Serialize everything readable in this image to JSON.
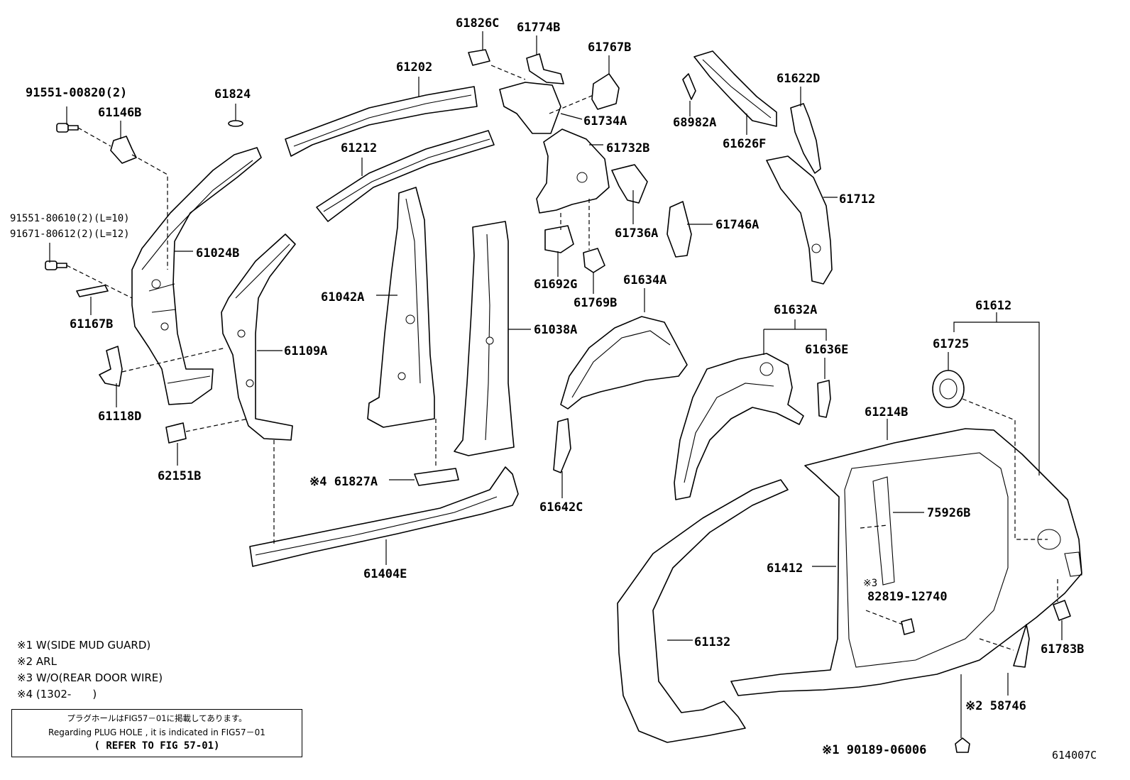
{
  "parts": [
    {
      "id": "p-91551-00820",
      "text": "91551-00820(2)"
    },
    {
      "id": "p-61146b",
      "text": "61146B"
    },
    {
      "id": "p-61824",
      "text": "61824"
    },
    {
      "id": "p-61202",
      "text": "61202"
    },
    {
      "id": "p-61826c",
      "text": "61826C"
    },
    {
      "id": "p-61774b",
      "text": "61774B"
    },
    {
      "id": "p-61767b",
      "text": "61767B"
    },
    {
      "id": "p-61734a",
      "text": "61734A"
    },
    {
      "id": "p-61732b",
      "text": "61732B"
    },
    {
      "id": "p-68982a",
      "text": "68982A"
    },
    {
      "id": "p-61626f",
      "text": "61626F"
    },
    {
      "id": "p-61622d",
      "text": "61622D"
    },
    {
      "id": "p-61212",
      "text": "61212"
    },
    {
      "id": "p-61712",
      "text": "61712"
    },
    {
      "id": "p-91551-80610",
      "text": "91551-80610(2)(L=10)"
    },
    {
      "id": "p-91671-80612",
      "text": "91671-80612(2)(L=12)"
    },
    {
      "id": "p-61024b",
      "text": "61024B"
    },
    {
      "id": "p-61736a",
      "text": "61736A"
    },
    {
      "id": "p-61746a",
      "text": "61746A"
    },
    {
      "id": "p-61692g",
      "text": "61692G"
    },
    {
      "id": "p-61769b",
      "text": "61769B"
    },
    {
      "id": "p-61634a",
      "text": "61634A"
    },
    {
      "id": "p-61167b",
      "text": "61167B"
    },
    {
      "id": "p-61042a",
      "text": "61042A"
    },
    {
      "id": "p-61632a",
      "text": "61632A"
    },
    {
      "id": "p-61612",
      "text": "61612"
    },
    {
      "id": "p-61038a",
      "text": "61038A"
    },
    {
      "id": "p-61109a",
      "text": "61109A"
    },
    {
      "id": "p-61725",
      "text": "61725"
    },
    {
      "id": "p-61636e",
      "text": "61636E"
    },
    {
      "id": "p-61118d",
      "text": "61118D"
    },
    {
      "id": "p-61214b",
      "text": "61214B"
    },
    {
      "id": "p-62151b",
      "text": "62151B"
    },
    {
      "id": "p-61827a",
      "text": "※4 61827A"
    },
    {
      "id": "p-61642c",
      "text": "61642C"
    },
    {
      "id": "p-75926b",
      "text": "75926B"
    },
    {
      "id": "p-61412",
      "text": "61412"
    },
    {
      "id": "p-61404e",
      "text": "61404E"
    },
    {
      "id": "p-note3",
      "text": "※3"
    },
    {
      "id": "p-82819-12740",
      "text": "82819-12740"
    },
    {
      "id": "p-61132",
      "text": "61132"
    },
    {
      "id": "p-61783b",
      "text": "61783B"
    },
    {
      "id": "p-58746",
      "text": "※2 58746"
    },
    {
      "id": "p-90189-06006",
      "text": "※1 90189-06006"
    }
  ],
  "notes": [
    "※1 W(SIDE MUD GUARD)",
    "※2 ARL",
    "※3 W/O(REAR DOOR WIRE)",
    "※4 (1302-　　)"
  ],
  "reference_box": {
    "jp": "プラグホールはFIG57－01に掲載してあります。",
    "en": "Regarding PLUG HOLE , it is indicated in FIG57－01",
    "refer": "( REFER TO FIG 57-01)"
  },
  "figure_id": "614007C"
}
